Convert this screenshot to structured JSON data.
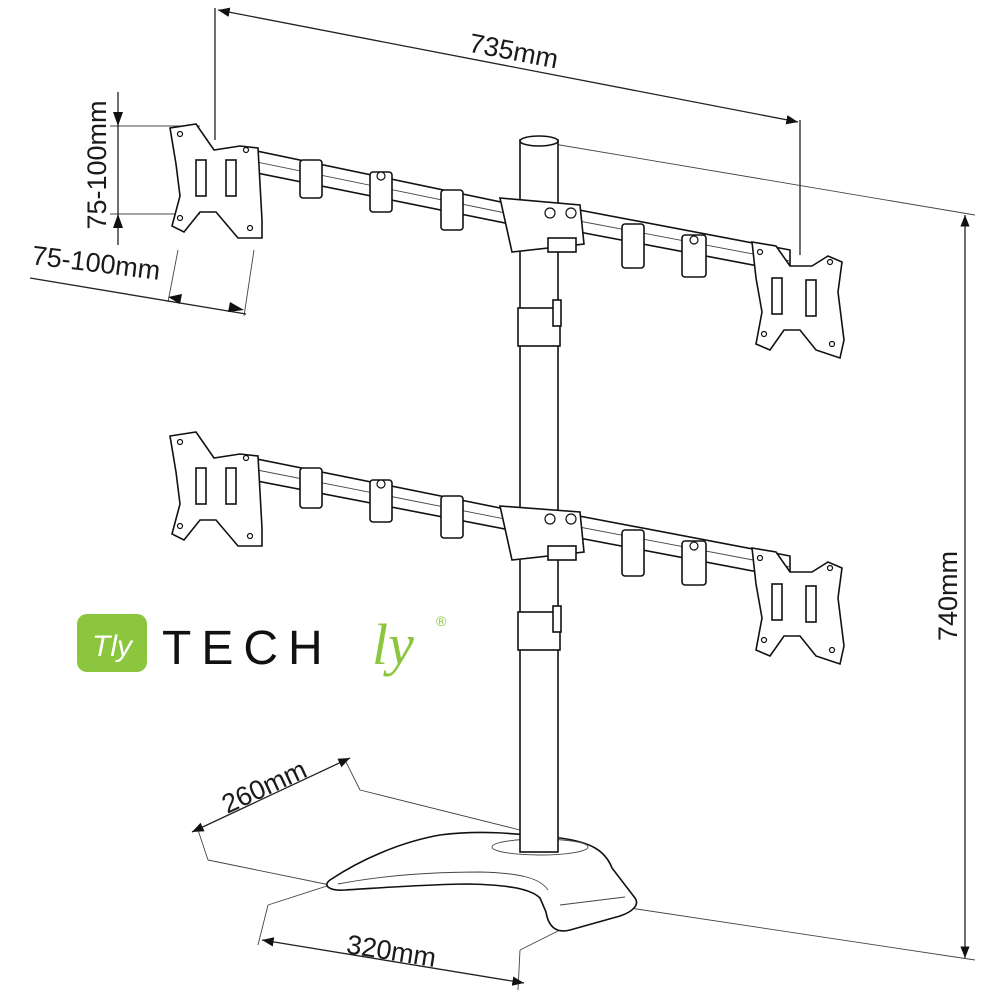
{
  "dimensions": {
    "width_total": "735mm",
    "height_total": "740mm",
    "vesa_vertical": "75-100mm",
    "vesa_horizontal": "75-100mm",
    "base_depth": "260mm",
    "base_width": "320mm"
  },
  "brand": {
    "logo_mark": "Tly",
    "name_part1": "TECH",
    "name_part2": "ly",
    "registered": "®",
    "accent_color": "#8cc63f"
  },
  "colors": {
    "line": "#111111",
    "background": "#ffffff"
  }
}
